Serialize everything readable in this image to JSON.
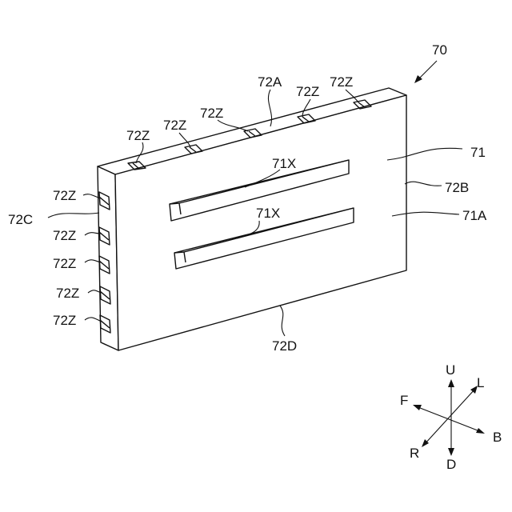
{
  "labels": {
    "ref_70": "70",
    "ref_71": "71",
    "ref_71A": "71A",
    "ref_71X_upper": "71X",
    "ref_71X_lower": "71X",
    "ref_72A": "72A",
    "ref_72B": "72B",
    "ref_72C": "72C",
    "ref_72D": "72D",
    "ref_72Z": "72Z"
  },
  "axes": {
    "up": "U",
    "down": "D",
    "left": "L",
    "right": "R",
    "front": "F",
    "back": "B"
  }
}
